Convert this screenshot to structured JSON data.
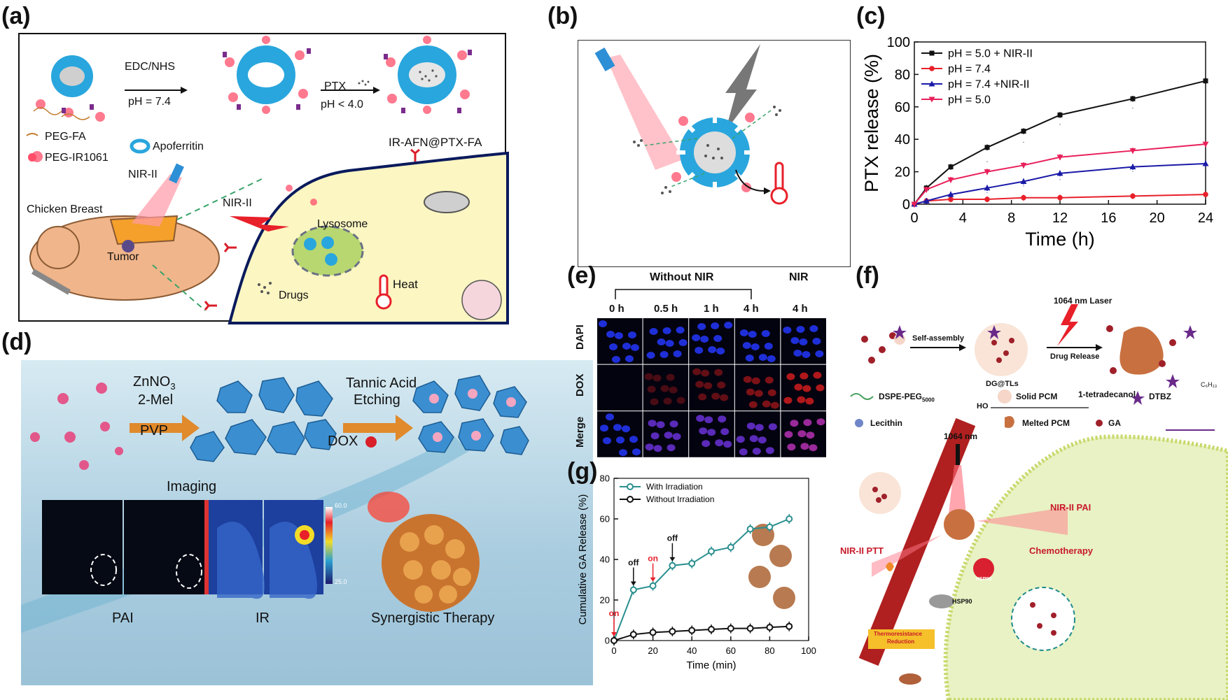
{
  "panels": {
    "a": {
      "label": "(a)",
      "step1": "EDC/NHS",
      "step1_cond": "pH = 7.4",
      "step2": "PTX",
      "step2_cond": "pH < 4.0",
      "legend": [
        "PEG-FA",
        "PEG-IR1061",
        "Apoferritin"
      ],
      "product": "IR-AFN@PTX-FA",
      "laser": "NIR-II",
      "laser2": "NIR-II",
      "mouse_labels": [
        "Chicken Breast",
        "Tumor"
      ],
      "lysosome": "Lysosome",
      "drugs": "Drugs",
      "heat": "Heat"
    },
    "b": {
      "label": "(b)"
    },
    "c": {
      "label": "(c)"
    },
    "d": {
      "label": "(d)",
      "reagent1": "ZnNO",
      "reagent1_sub": "3",
      "reagent2": "2-Mel",
      "reagent3": "PVP",
      "etch1": "Tannic Acid",
      "etch2": "Etching",
      "dox": "DOX",
      "imaging": "Imaging",
      "pai": "PAI",
      "ir": "IR",
      "therapy": "Synergistic Therapy",
      "scale_max": "60.0",
      "scale_min": "25.0"
    },
    "e": {
      "label": "(e)",
      "group1": "Without NIR",
      "group2": "NIR",
      "times": [
        "0 h",
        "0.5 h",
        "1 h",
        "4 h",
        "4 h"
      ],
      "rows": [
        "DAPI",
        "DOX",
        "Merge"
      ]
    },
    "f": {
      "label": "(f)",
      "laser": "1064 nm Laser",
      "self_assembly": "Self-assembly",
      "drug_release": "Drug Release",
      "dgtls": "DG@TLs",
      "legend": [
        "DSPE-PEG",
        "Solid PCM",
        "1-tetradecanol",
        "DTBZ",
        "Lecithin",
        "Melted PCM",
        "GA"
      ],
      "peg_sub": "5000",
      "ho": "HO",
      "c6h13": "C₆H₁₃",
      "laser2": "1064 nm",
      "nir_pai": "NIR-II PAI",
      "nir_ptt": "NIR-II PTT",
      "chemo": "Chemotherapy",
      "hsp1": "HSP90",
      "hsp2": "HSP90",
      "thermo1": "Thermoresistance",
      "thermo2": "Reduction"
    },
    "g": {
      "label": "(g)"
    }
  },
  "chart_data": [
    {
      "id": "c",
      "type": "line",
      "xlabel": "Time (h)",
      "ylabel": "PTX release (%)",
      "xlim": [
        0,
        24
      ],
      "ylim": [
        0,
        100
      ],
      "xticks": [
        0,
        4,
        8,
        12,
        16,
        20,
        24
      ],
      "yticks": [
        0,
        20,
        40,
        60,
        80,
        100
      ],
      "legend_position": "top-left",
      "series": [
        {
          "name": "pH = 5.0 + NIR-II",
          "color": "#111111",
          "marker": "square",
          "x": [
            0,
            1,
            3,
            6,
            9,
            12,
            18,
            24
          ],
          "y": [
            0,
            10,
            23,
            35,
            45,
            55,
            65,
            76
          ],
          "steps": [
            [
              3,
              15
            ],
            [
              6,
              26
            ],
            [
              9,
              38
            ],
            [
              12,
              49
            ],
            [
              18,
              59
            ],
            [
              24,
              68
            ]
          ]
        },
        {
          "name": "pH = 7.4",
          "color": "#e8202a",
          "marker": "circle",
          "x": [
            0,
            1,
            3,
            6,
            9,
            12,
            18,
            24
          ],
          "y": [
            0,
            2,
            3,
            3,
            4,
            4,
            5,
            6
          ]
        },
        {
          "name": "pH = 7.4 +NIR-II",
          "color": "#1a1aa8",
          "marker": "triangle",
          "x": [
            0,
            1,
            3,
            6,
            9,
            12,
            18,
            24
          ],
          "y": [
            0,
            2,
            6,
            10,
            14,
            19,
            23,
            25
          ],
          "steps": [
            [
              3,
              3
            ],
            [
              6,
              7
            ],
            [
              9,
              11
            ],
            [
              12,
              15
            ],
            [
              18,
              20
            ],
            [
              24,
              23
            ]
          ]
        },
        {
          "name": "pH = 5.0",
          "color": "#e8205a",
          "marker": "down-triangle",
          "x": [
            0,
            1,
            3,
            6,
            9,
            12,
            18,
            24
          ],
          "y": [
            0,
            9,
            15,
            20,
            24,
            29,
            33,
            37
          ]
        }
      ]
    },
    {
      "id": "g",
      "type": "line",
      "xlabel": "Time (min)",
      "ylabel": "Cumulative GA Release (%)",
      "xlim": [
        0,
        100
      ],
      "ylim": [
        0,
        80
      ],
      "xticks": [
        0,
        20,
        40,
        60,
        80,
        100
      ],
      "yticks": [
        0,
        20,
        40,
        60,
        80
      ],
      "legend_position": "top-left",
      "annotations": [
        {
          "text": "on",
          "x": 0,
          "color": "#e8202a"
        },
        {
          "text": "off",
          "x": 10,
          "color": "#111111"
        },
        {
          "text": "on",
          "x": 20,
          "color": "#e8202a"
        },
        {
          "text": "off",
          "x": 30,
          "color": "#111111"
        }
      ],
      "series": [
        {
          "name": "With Irradiation",
          "color": "#2a8f8f",
          "x": [
            0,
            10,
            20,
            30,
            40,
            50,
            60,
            70,
            80,
            90
          ],
          "y": [
            0,
            25,
            27,
            37,
            38,
            44,
            46,
            55,
            56,
            60
          ]
        },
        {
          "name": "Without Irradiation",
          "color": "#111111",
          "x": [
            0,
            10,
            20,
            30,
            40,
            50,
            60,
            70,
            80,
            90
          ],
          "y": [
            0,
            3,
            4,
            4.5,
            5,
            5.5,
            6,
            6,
            6.5,
            7
          ]
        }
      ]
    }
  ]
}
